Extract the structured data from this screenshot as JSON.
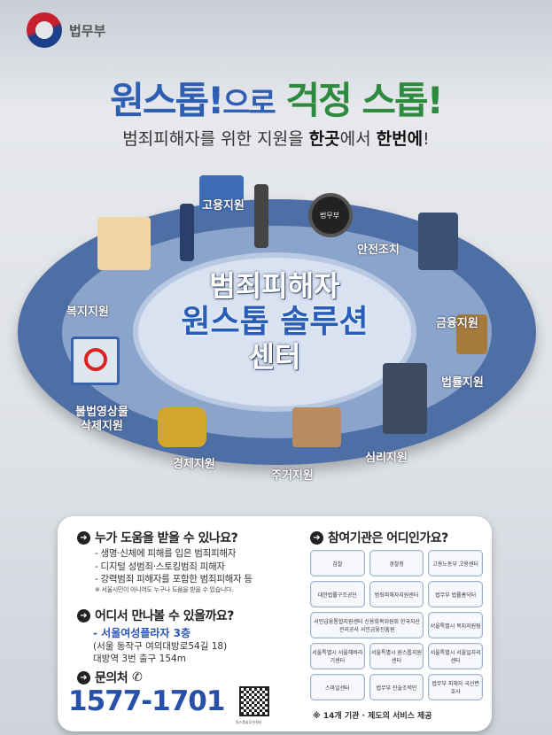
{
  "logo": {
    "org": "법무부"
  },
  "headline": {
    "part1": "원스톱!",
    "part2": "으로",
    "part3": "걱정 스톱!"
  },
  "subtitle": {
    "a": "범죄피해자를 위한 지원을 ",
    "b": "한곳",
    "c": "에서 ",
    "d": "한번에",
    "e": "!"
  },
  "center": {
    "line1": "범죄피해자",
    "line2": "원스톱 솔루션",
    "line3": "센터"
  },
  "services": [
    "고용지원",
    "안전조치",
    "금융지원",
    "법률지원",
    "심리지원",
    "주거지원",
    "경제지원",
    "불법영상물\n삭제지원",
    "복지지원"
  ],
  "watch_label": "법무부",
  "info": {
    "who": {
      "title": "누가 도움을 받을 수 있나요?",
      "items": [
        "- 생명·신체에 피해를 입은 범죄피해자",
        "- 디지털 성범죄·스토킹범죄 피해자",
        "- 강력범죄 피해자를 포함한 범죄피해자 등"
      ],
      "note": "※ 서울시민이 아니어도 누구나 도움을 받을 수 있습니다."
    },
    "where": {
      "title": "어디서 만나볼 수 있을까요?",
      "place": "- 서울여성플라자 3층",
      "address": "(서울 동작구 여의대방로54길 18)",
      "station": "대방역 3번 출구 154m"
    },
    "contact": {
      "title": "문의처",
      "phone": "1577-1701",
      "qr_caption": "원스톱솔루션센터"
    },
    "agencies": {
      "title": "참여기관은 어디인가요?",
      "items": [
        "검찰",
        "경찰청",
        "고용노동부 고용센터",
        "대한법률구조공단",
        "범죄피해자지원센터",
        "법무부 법률홈닥터",
        "서민금융통합지원센터 신용회복위원회 한국자산관리공사 서민금융진흥원",
        "서울특별시 복지지원팀",
        "서울특별시 서울해바라기센터",
        "서울특별시 원스톱지원센터",
        "서울특별시 서울일자리센터",
        "스마일센터",
        "법무부 진술조력인",
        "법무부 피해자 국선변호사"
      ],
      "footnote": "※ 14개 기관 · 제도의 서비스 제공"
    }
  },
  "colors": {
    "blue": "#2f5fb3",
    "green": "#2e8a3e",
    "ring": "#4d6fa6"
  }
}
